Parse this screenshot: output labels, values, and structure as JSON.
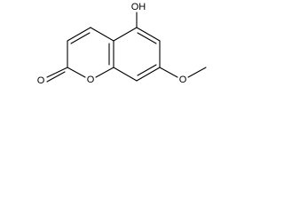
{
  "diagram": {
    "atom_labels": {
      "hydroxyl": "OH",
      "carbonyl_oxygen": "O",
      "ring_oxygen": "O",
      "methoxy_oxygen": "O"
    },
    "line_color": "#000000"
  }
}
